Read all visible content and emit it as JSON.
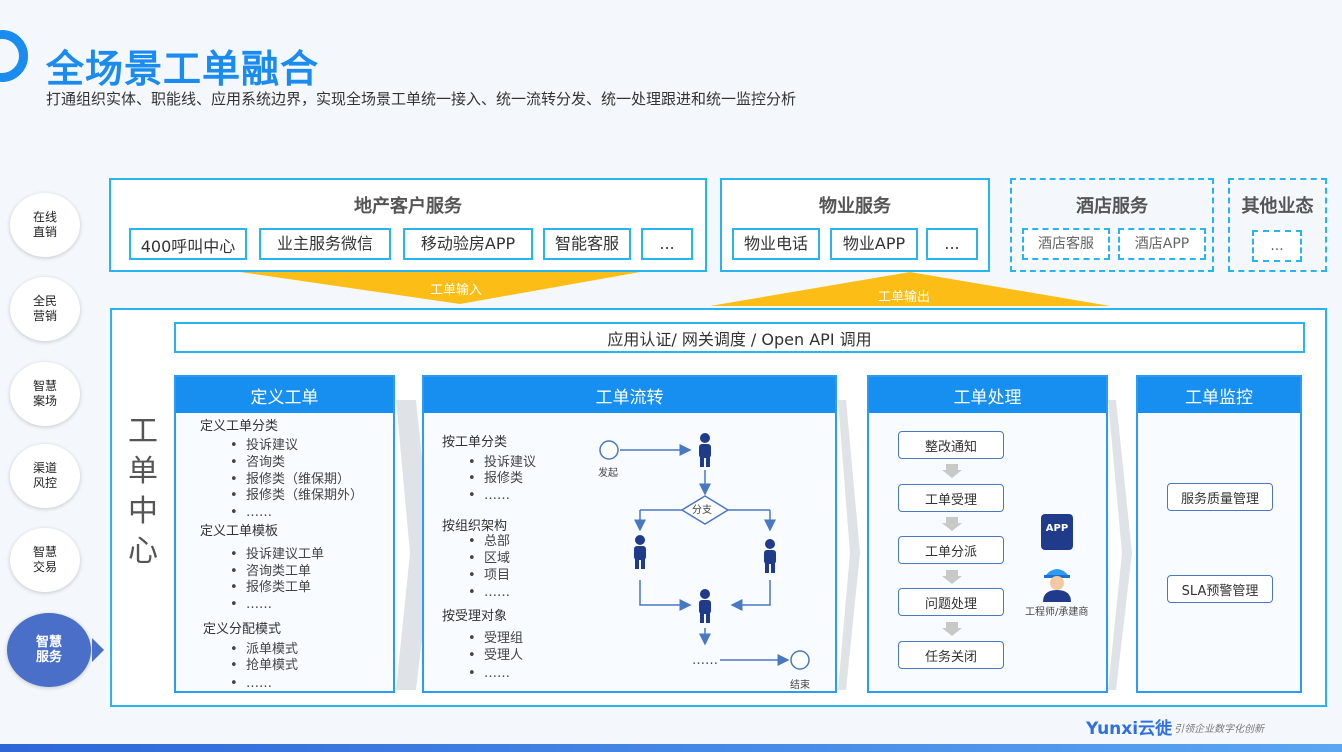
{
  "header": {
    "title": "全场景工单融合",
    "subtitle": "打通组织实体、职能线、应用系统边界，实现全场景工单统一接入、统一流转分发、统一处理跟进和统一监控分析"
  },
  "side_nav": [
    {
      "label": "在线\n直销"
    },
    {
      "label": "全民\n营销"
    },
    {
      "label": "智慧\n案场"
    },
    {
      "label": "渠道\n风控"
    },
    {
      "label": "智慧\n交易"
    },
    {
      "label": "智慧\n服务",
      "active": true
    }
  ],
  "sources": {
    "real_estate": {
      "title": "地产客户服务",
      "items": [
        "400呼叫中心",
        "业主服务微信",
        "移动验房APP",
        "智能客服",
        "..."
      ]
    },
    "property": {
      "title": "物业服务",
      "items": [
        "物业电话",
        "物业APP",
        "..."
      ]
    },
    "hotel": {
      "title": "酒店服务",
      "items": [
        "酒店客服",
        "酒店APP"
      ]
    },
    "other": {
      "title": "其他业态",
      "items": [
        "..."
      ]
    }
  },
  "bands": {
    "input": "工单输入",
    "output": "工单输出"
  },
  "gateway": "应用认证/ 网关调度 / Open API 调用",
  "center_title": "工\n单\n中\n心",
  "define": {
    "title": "定义工单",
    "groups": [
      {
        "heading": "定义工单分类",
        "items": [
          "投诉建议",
          "咨询类",
          "报修类（维保期）",
          "报修类（维保期外）",
          "……"
        ]
      },
      {
        "heading": "定义工单模板",
        "items": [
          "投诉建议工单",
          "咨询类工单",
          "报修类工单",
          "……"
        ]
      },
      {
        "heading": "定义分配模式",
        "items": [
          "派单模式",
          "抢单模式",
          "……"
        ]
      }
    ]
  },
  "flow": {
    "title": "工单流转",
    "groups": [
      {
        "heading": "按工单分类",
        "items": [
          "投诉建议",
          "报修类",
          "……"
        ]
      },
      {
        "heading": "按组织架构",
        "items": [
          "总部",
          "区域",
          "项目",
          "……"
        ]
      },
      {
        "heading": "按受理对象",
        "items": [
          "受理组",
          "受理人",
          "……"
        ]
      }
    ],
    "start": "发起",
    "branch": "分支",
    "ellipsis": "……",
    "end": "结束"
  },
  "process": {
    "title": "工单处理",
    "steps": [
      "整改通知",
      "工单受理",
      "工单分派",
      "问题处理",
      "任务关闭"
    ],
    "app_label": "APP",
    "engineer_label": "工程师/承建商"
  },
  "monitor": {
    "title": "工单监控",
    "items": [
      "服务质量管理",
      "SLA预警管理"
    ]
  },
  "footer": {
    "logo": "Yunxi云徙",
    "slogan": "引领企业数字化创新"
  },
  "colors": {
    "accent": "#1a8cf0",
    "band": "#fbbd16",
    "border": "#28b4ec",
    "nav_active": "#4a6fc8",
    "person": "#1f3b8a"
  }
}
